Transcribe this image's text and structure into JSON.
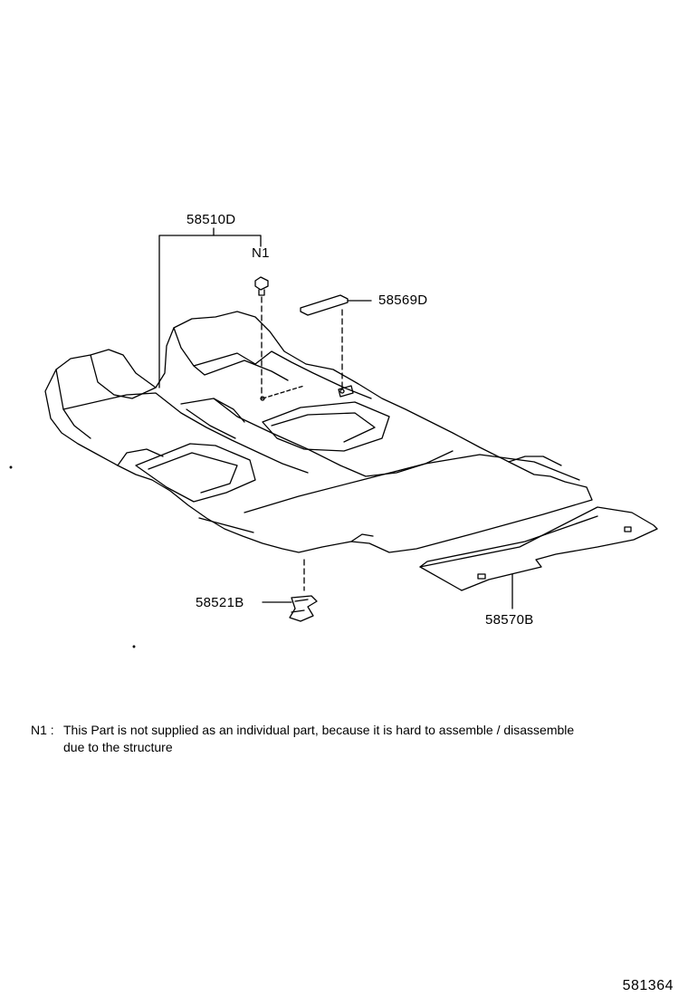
{
  "parts": {
    "floor_carpet": "58510D",
    "note_ref": "N1",
    "silencer_pad": "58569D",
    "clip": "58521B",
    "rear_mat": "58570B"
  },
  "note": {
    "tag": "N1 :",
    "line1": "This Part is not supplied as an individual part, because it is hard to assemble / disassemble",
    "line2": "due to the structure"
  },
  "figure_number": "581364"
}
